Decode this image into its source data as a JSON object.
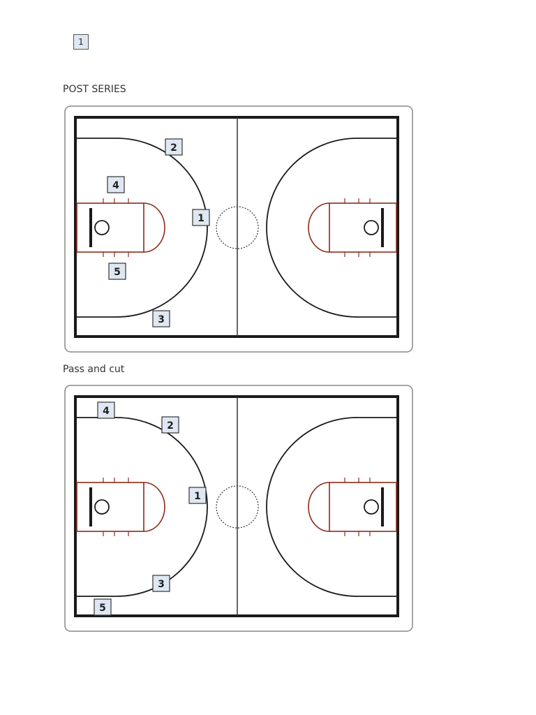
{
  "page": {
    "number": "1"
  },
  "diagrams": [
    {
      "title": "POST SERIES",
      "players": [
        "1",
        "2",
        "3",
        "4",
        "5"
      ]
    },
    {
      "title": "Pass and cut",
      "players": [
        "1",
        "2",
        "3",
        "4",
        "5"
      ]
    }
  ],
  "colors": {
    "court_line": "#1a1a1a",
    "key_line": "#8b2a1a",
    "marker_fill": "#dfe8f2",
    "marker_border": "#333333"
  }
}
